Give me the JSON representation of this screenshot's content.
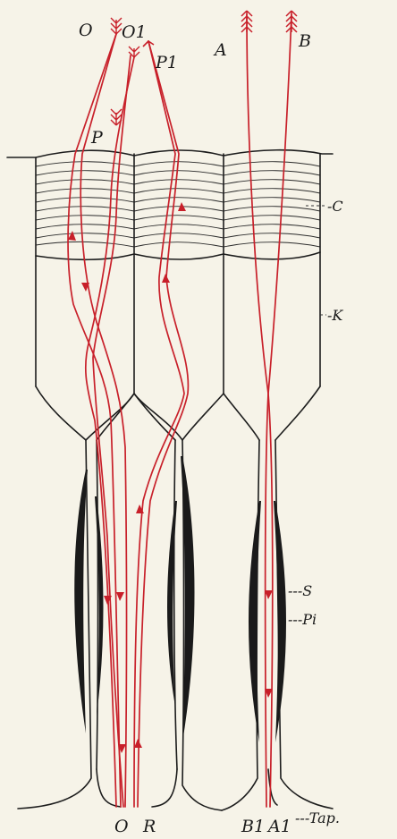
{
  "figure": {
    "labels": {
      "O": "O",
      "O1": "O1",
      "P": "P",
      "P1": "P1",
      "A": "A",
      "B": "B",
      "C": "-C",
      "K": "-K",
      "S": "---S",
      "Pi": "---Pi",
      "Tap": "---Tap.",
      "OR_O": "O",
      "OR_R": "R",
      "B1": "B1",
      "A1": "A1"
    },
    "colors": {
      "ray": "#c8202a",
      "ink": "#1c1c1c",
      "paper": "#f6f3e8"
    }
  }
}
